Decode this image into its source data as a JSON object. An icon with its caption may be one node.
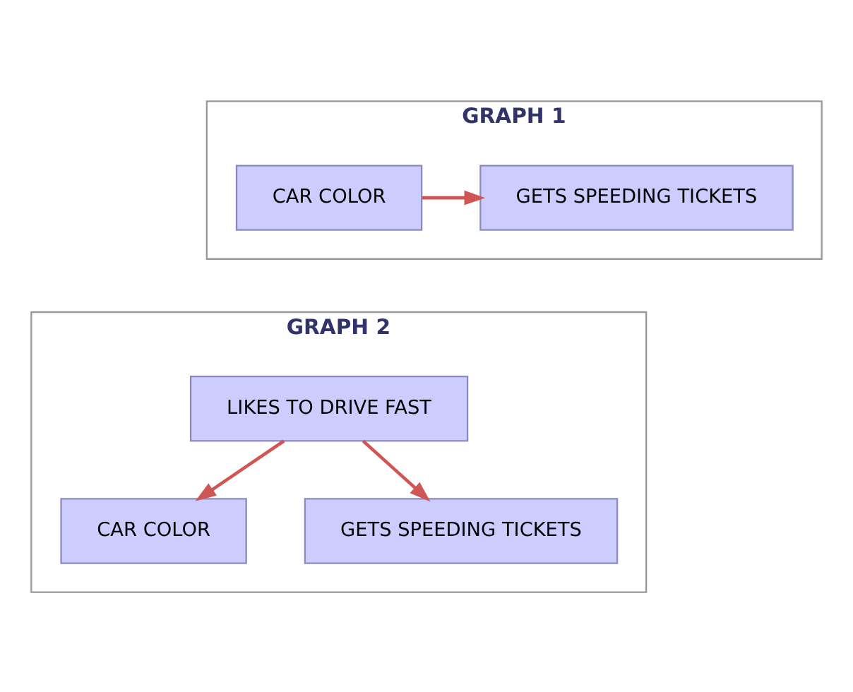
{
  "diagram": {
    "nodes": [
      {
        "text": [
          "GRAPH 1"
        ]
      },
      {
        "text": [
          "CAR COLOR"
        ],
        "in": 0
      },
      {
        "text": [
          "GETS SPEEDING TICKETS"
        ],
        "in": 0
      },
      {
        "text": [
          "GRAPH 2"
        ]
      },
      {
        "text": [
          "LIKES TO DRIVE FAST"
        ],
        "in": 3
      },
      {
        "text": [
          "CAR COLOR"
        ],
        "in": 3
      },
      {
        "text": [
          "GETS SPEEDING TICKETS"
        ],
        "in": 3
      }
    ],
    "edges": [
      {
        "from": 1,
        "to": 2,
        "arrow": "to"
      },
      {
        "from": 4,
        "to": 5,
        "arrow": "to"
      },
      {
        "from": 4,
        "to": 6,
        "arrow": "to"
      }
    ]
  }
}
